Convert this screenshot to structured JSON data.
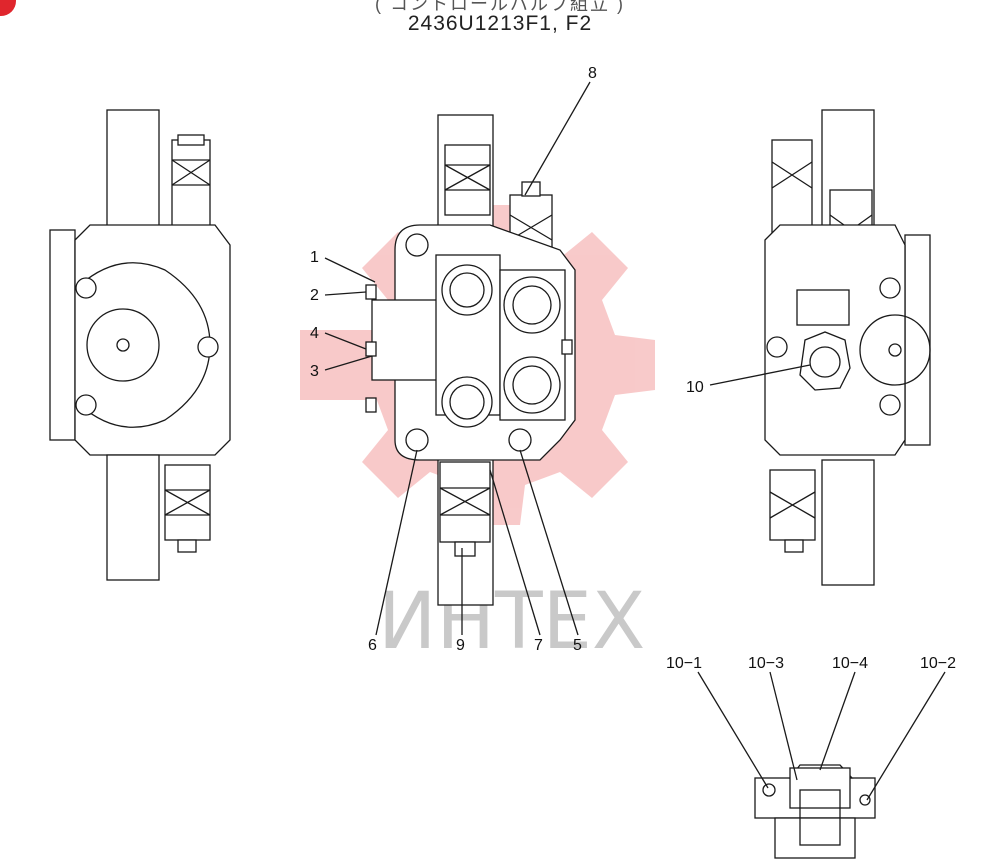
{
  "header": {
    "subtitle_top": "( コントロールバルブ組立 )",
    "title": "2436U1213F1, F2"
  },
  "watermark": {
    "text": "ИНТЕХ",
    "color": "#f2a4a4"
  },
  "callouts": {
    "c1": "1",
    "c2": "2",
    "c3": "3",
    "c4": "4",
    "c5": "5",
    "c6": "6",
    "c7": "7",
    "c8": "8",
    "c9": "9",
    "c10": "10",
    "c10_1": "10−1",
    "c10_2": "10−2",
    "c10_3": "10−3",
    "c10_4": "10−4"
  }
}
